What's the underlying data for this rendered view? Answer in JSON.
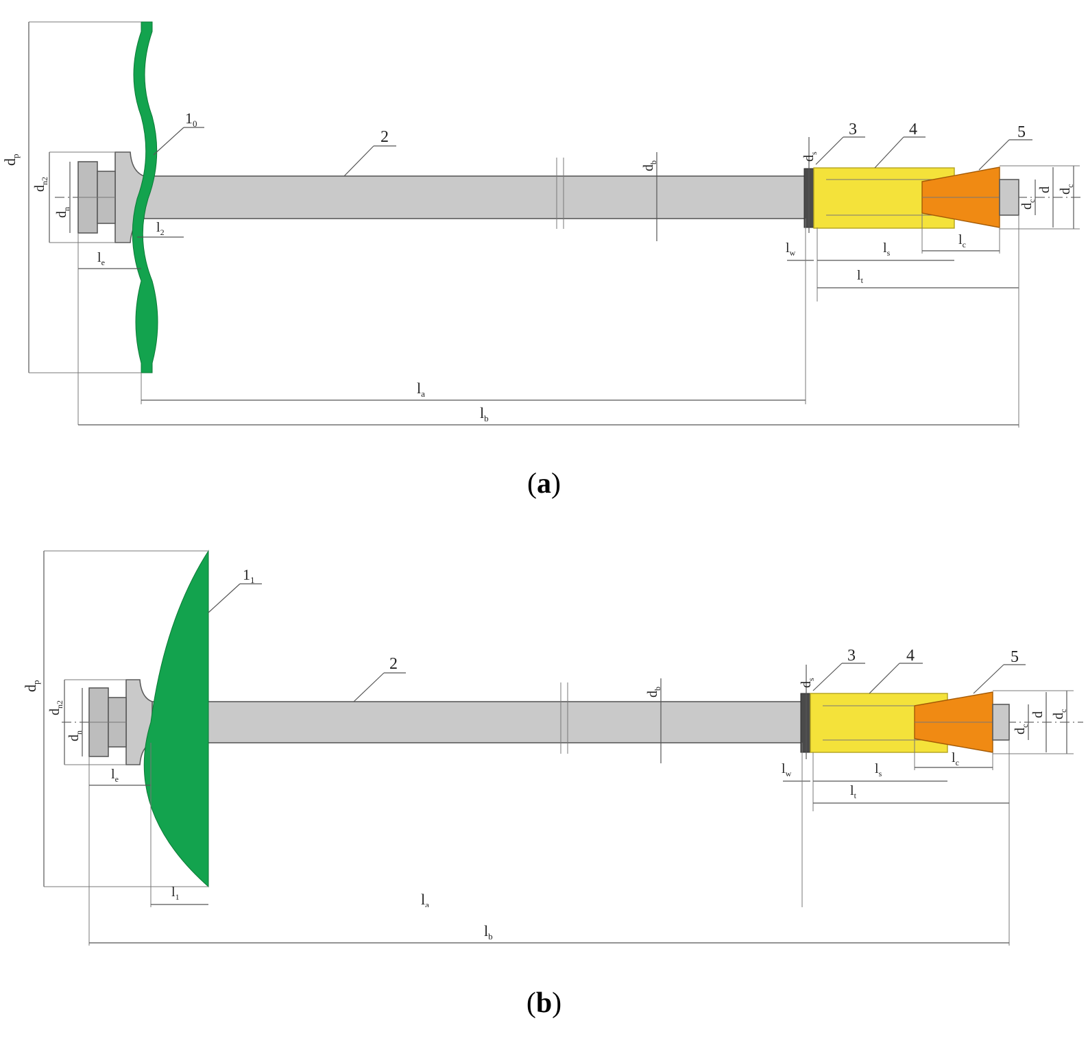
{
  "captions": {
    "a": "a",
    "b": "b"
  },
  "panel_a": {
    "labels": {
      "d_p": "d",
      "d_p_sub": "p",
      "d_n2": "d",
      "d_n2_sub": "n2",
      "d_n": "d",
      "d_n_sub": "n",
      "l_0": "1",
      "l_0_sub": "0",
      "l_2": "l",
      "l_2_sub": "2",
      "l_e": "l",
      "l_e_sub": "e",
      "part_2": "2",
      "d_b": "d",
      "d_b_sub": "b",
      "d_s": "d",
      "d_s_sub": "s",
      "part_3": "3",
      "part_4": "4",
      "part_5": "5",
      "l_w": "l",
      "l_w_sub": "w",
      "l_s": "l",
      "l_s_sub": "s",
      "l_c": "l",
      "l_c_sub": "c",
      "l_t": "l",
      "l_t_sub": "t",
      "l_a": "l",
      "l_a_sub": "a",
      "l_b": "l",
      "l_b_sub": "b",
      "d_c": "d",
      "d_c_sub": "c",
      "d_d": "d",
      "d_right": "d",
      "d_right_sub": "c"
    }
  },
  "panel_b": {
    "labels": {
      "d_p": "d",
      "d_p_sub": "p",
      "d_n2": "d",
      "d_n2_sub": "n2",
      "d_n": "d",
      "d_n_sub": "n",
      "l_1": "1",
      "l_1_sub": "1",
      "l_e": "l",
      "l_e_sub": "e",
      "l_1_dim": "l",
      "l_1_dim_sub": "1",
      "part_2": "2",
      "d_b": "d",
      "d_b_sub": "b",
      "d_s": "d",
      "d_s_sub": "s",
      "part_3": "3",
      "part_4": "4",
      "part_5": "5",
      "l_w": "l",
      "l_w_sub": "w",
      "l_s": "l",
      "l_s_sub": "s",
      "l_c": "l",
      "l_c_sub": "c",
      "l_t": "l",
      "l_t_sub": "t",
      "l_a": "l",
      "l_a_sub": "a",
      "l_b": "l",
      "l_b_sub": "b",
      "d_c": "d",
      "d_c_sub": "c",
      "d_d": "d",
      "d_right": "d",
      "d_right_sub": "c"
    }
  },
  "colors": {
    "plate": "#13a34e",
    "rod": "#c9c9c9",
    "sleeve": "#f4e23a",
    "cone": "#f08a13",
    "washer": "#4a4a4a"
  }
}
